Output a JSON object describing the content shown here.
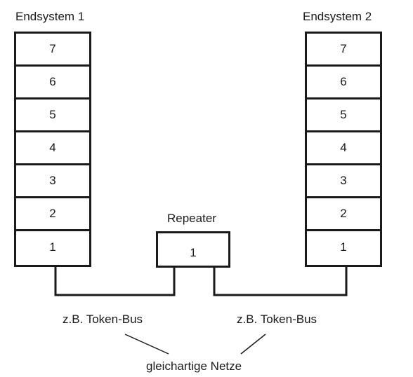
{
  "endsystem1": {
    "title": "Endsystem 1",
    "layers": [
      "7",
      "6",
      "5",
      "4",
      "3",
      "2",
      "1"
    ]
  },
  "endsystem2": {
    "title": "Endsystem 2",
    "layers": [
      "7",
      "6",
      "5",
      "4",
      "3",
      "2",
      "1"
    ]
  },
  "repeater": {
    "title": "Repeater",
    "layer": "1"
  },
  "networks": {
    "left_label": "z.B. Token-Bus",
    "right_label": "z.B. Token-Bus",
    "caption": "gleichartige Netze"
  }
}
